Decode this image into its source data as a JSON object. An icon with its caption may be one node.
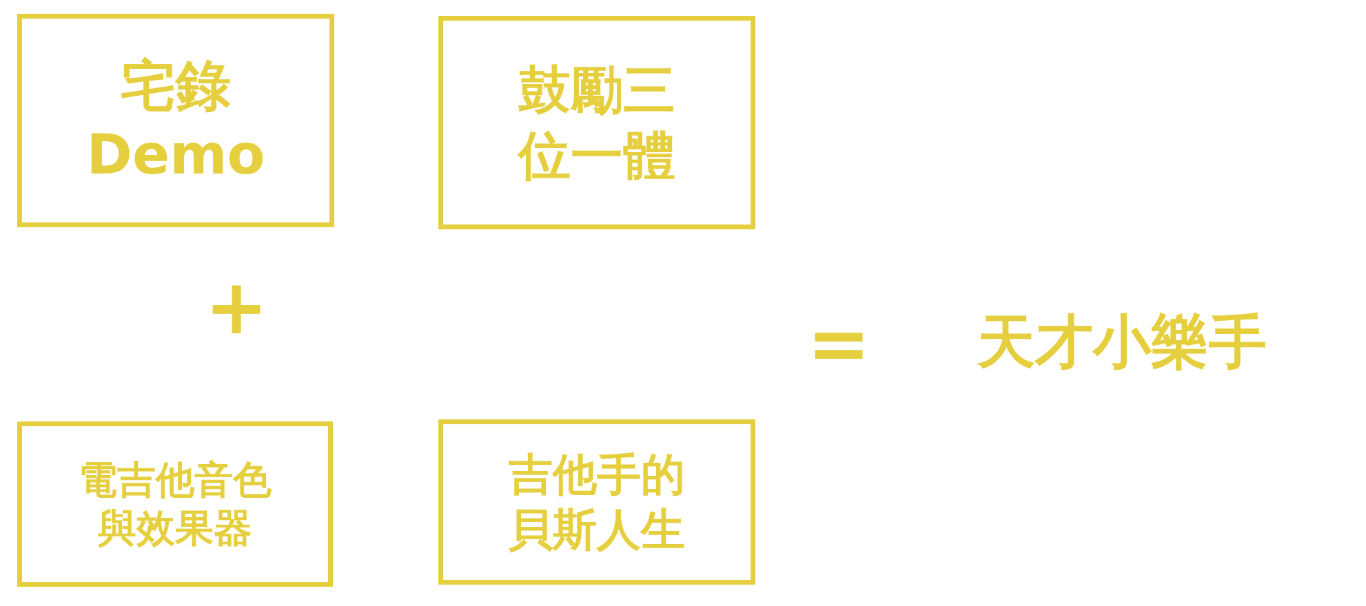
{
  "diagram": {
    "nodes": [
      {
        "text": [
          "宅錄 Demo"
        ]
      },
      {
        "text": [
          "鼓勵三位一體"
        ]
      },
      {
        "text": [
          "電吉他音色與效果器"
        ]
      },
      {
        "text": [
          "吉他手的貝斯人生"
        ]
      }
    ],
    "labels": [
      "+",
      "=",
      "天才小樂手"
    ]
  }
}
